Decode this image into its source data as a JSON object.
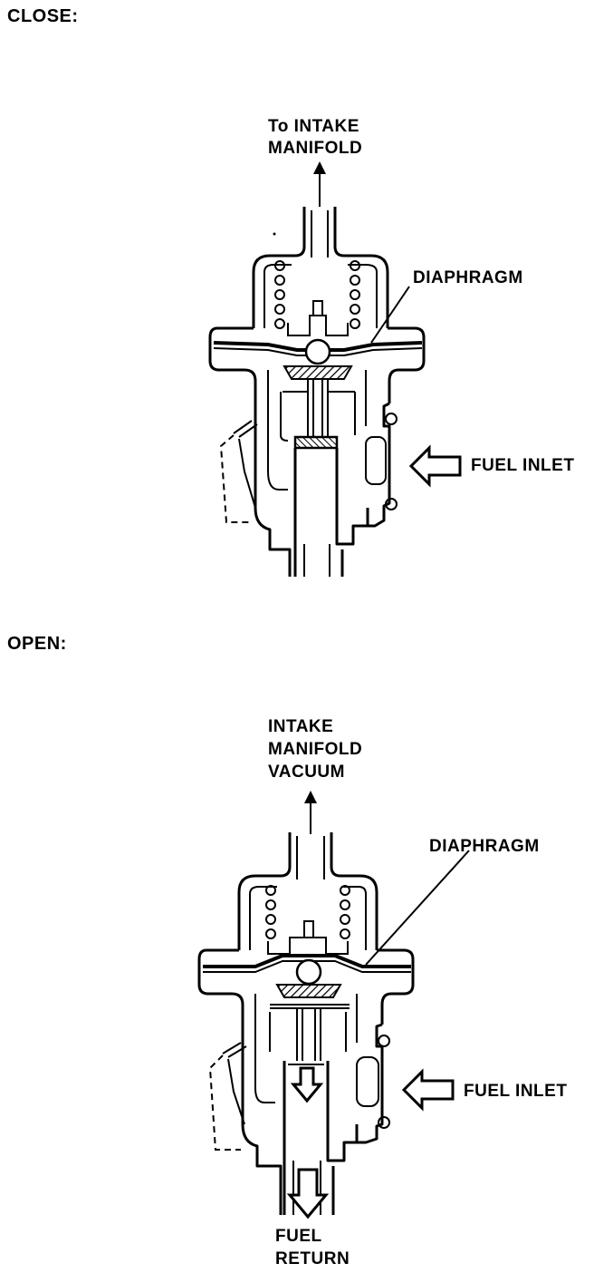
{
  "close": {
    "title": "CLOSE:",
    "outlet_label_line1": "To INTAKE",
    "outlet_label_line2": "MANIFOLD",
    "diaphragm_label": "DIAPHRAGM",
    "inlet_label": "FUEL INLET"
  },
  "open": {
    "title": "OPEN:",
    "vacuum_label_line1": "INTAKE",
    "vacuum_label_line2": "MANIFOLD",
    "vacuum_label_line3": "VACUUM",
    "diaphragm_label": "DIAPHRAGM",
    "inlet_label": "FUEL INLET",
    "return_label_line1": "FUEL",
    "return_label_line2": "RETURN"
  }
}
